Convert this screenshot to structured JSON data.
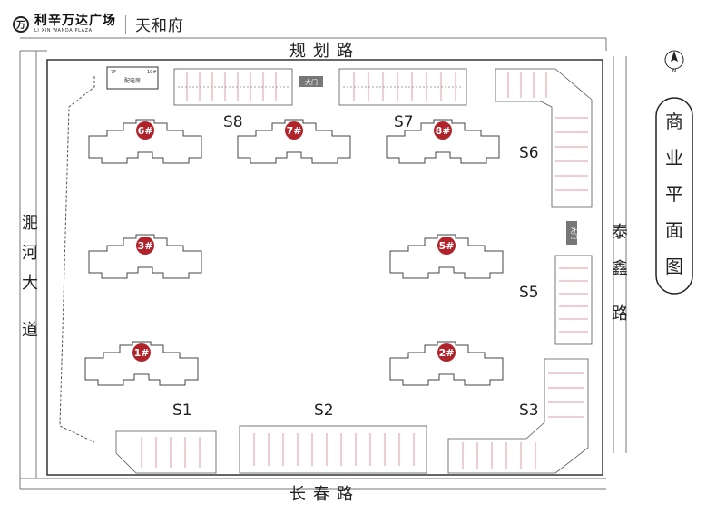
{
  "header": {
    "brand_cn": "利辛万达广场",
    "brand_en": "LI XIN WANDA PLAZA",
    "project": "天和府"
  },
  "roads": {
    "north": "规划路",
    "south": "长春路",
    "west": [
      "淝",
      "河",
      "大",
      "道"
    ],
    "east": [
      "泰",
      "鑫",
      "路"
    ]
  },
  "plan_title": [
    "商",
    "业",
    "平",
    "面",
    "图"
  ],
  "compass_symbol": "N",
  "gates": {
    "north": "大门",
    "east": "大门"
  },
  "power_room": {
    "floors": "7F",
    "label": "配电房",
    "id": "10#"
  },
  "towers": [
    "6#",
    "7#",
    "8#",
    "3#",
    "5#",
    "1#",
    "2#"
  ],
  "shops": [
    "S1",
    "S2",
    "S3",
    "S5",
    "S6",
    "S7",
    "S8"
  ],
  "colors": {
    "tower_badge": "#b0232b",
    "line": "#333333",
    "shop_red": "#c8323a"
  }
}
